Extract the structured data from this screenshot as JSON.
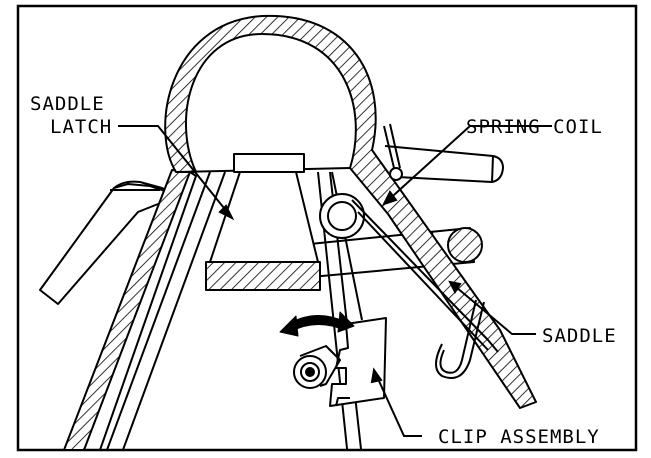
{
  "labels": {
    "saddle_latch_line1": "SADDLE",
    "saddle_latch_line2": "LATCH",
    "spring_coil": "SPRING COIL",
    "saddle": "SADDLE",
    "clip_assembly": "CLIP ASSEMBLY"
  },
  "colors": {
    "ink": "#000000",
    "paper": "#ffffff"
  }
}
